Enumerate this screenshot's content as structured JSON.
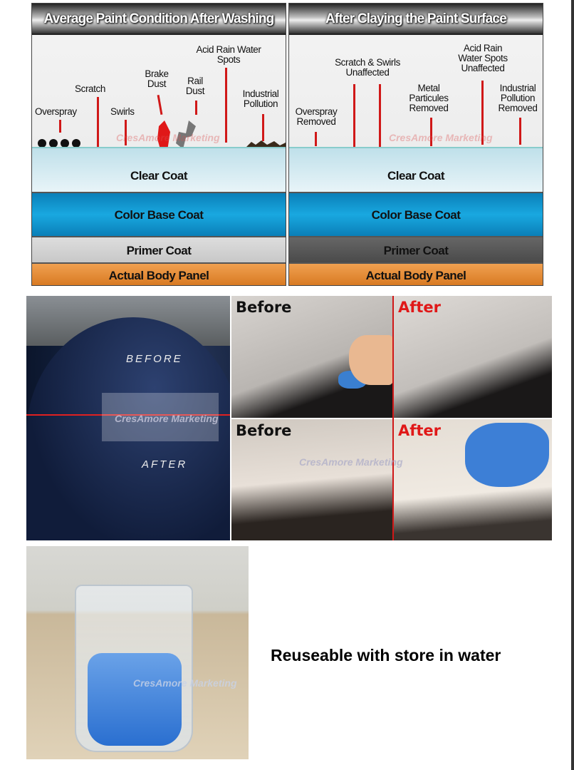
{
  "diagrams": [
    {
      "title": "Average Paint Condition After Washing",
      "labels": {
        "overspray": "Overspray",
        "scratch": "Scratch",
        "swirls": "Swirls",
        "brake": "Brake Dust",
        "rail": "Rail Dust",
        "acid": "Acid Rain Water Spots",
        "industrial": "Industrial Pollution"
      },
      "watermark": "CresAmore Marketing"
    },
    {
      "title": "After Claying the Paint Surface",
      "labels": {
        "overspray": "Overspray Removed",
        "scratch": "Scratch & Swirls Unaffected",
        "metal": "Metal Particules Removed",
        "acid": "Acid Rain Water Spots Unaffected",
        "industrial": "Industrial Pollution Removed"
      },
      "watermark": "CresAmore Marketing"
    }
  ],
  "layers": {
    "clear": "Clear Coat",
    "base": "Color Base Coat",
    "primer": "Primer Coat",
    "body": "Actual Body Panel"
  },
  "hood": {
    "before": "BEFORE",
    "after": "AFTER"
  },
  "grid": {
    "before": "Before",
    "after": "After"
  },
  "watermark": "CresAmore Marketing",
  "caption": "Reuseable with store in water",
  "colors": {
    "base_coat": "#19a8e0",
    "body_panel": "#e8913a",
    "accent_red": "#d01818"
  }
}
